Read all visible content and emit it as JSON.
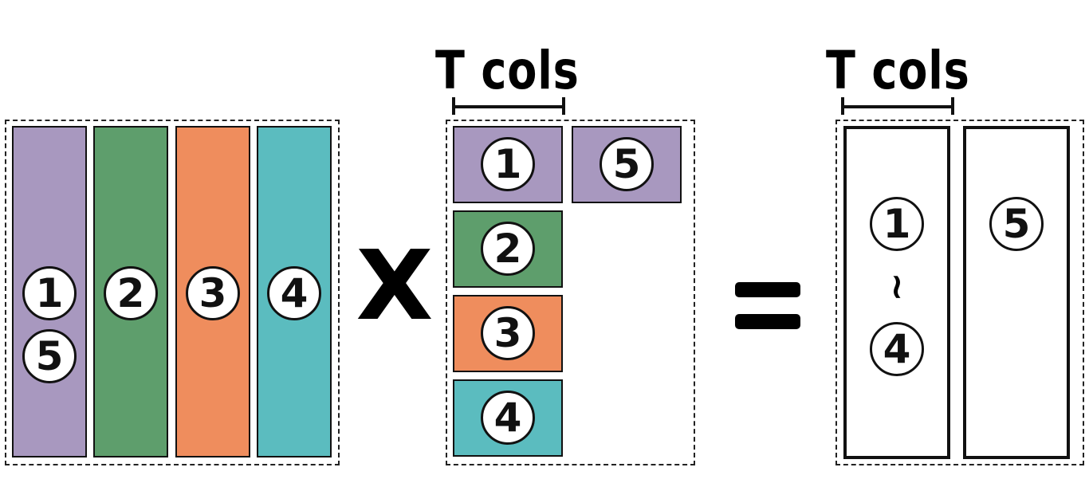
{
  "labels": {
    "t_cols_middle": "T cols",
    "t_cols_right": "T cols",
    "multiply": "X",
    "equals": "="
  },
  "left_matrix": {
    "columns": [
      {
        "labels": [
          "1",
          "5"
        ],
        "color": "#a898bf"
      },
      {
        "labels": [
          "2"
        ],
        "color": "#5e9e6c"
      },
      {
        "labels": [
          "3"
        ],
        "color": "#ef8d5d"
      },
      {
        "labels": [
          "4"
        ],
        "color": "#5bbcbf"
      }
    ]
  },
  "middle_matrix": {
    "blocks": [
      "1",
      "5",
      "2",
      "3",
      "4"
    ],
    "colors": {
      "c1": "#a898bf",
      "c2": "#5e9e6c",
      "c3": "#ef8d5d",
      "c4": "#5bbcbf"
    }
  },
  "result": {
    "col1_top": "1",
    "col1_sep": "~",
    "col1_bottom": "4",
    "col2": "5"
  }
}
